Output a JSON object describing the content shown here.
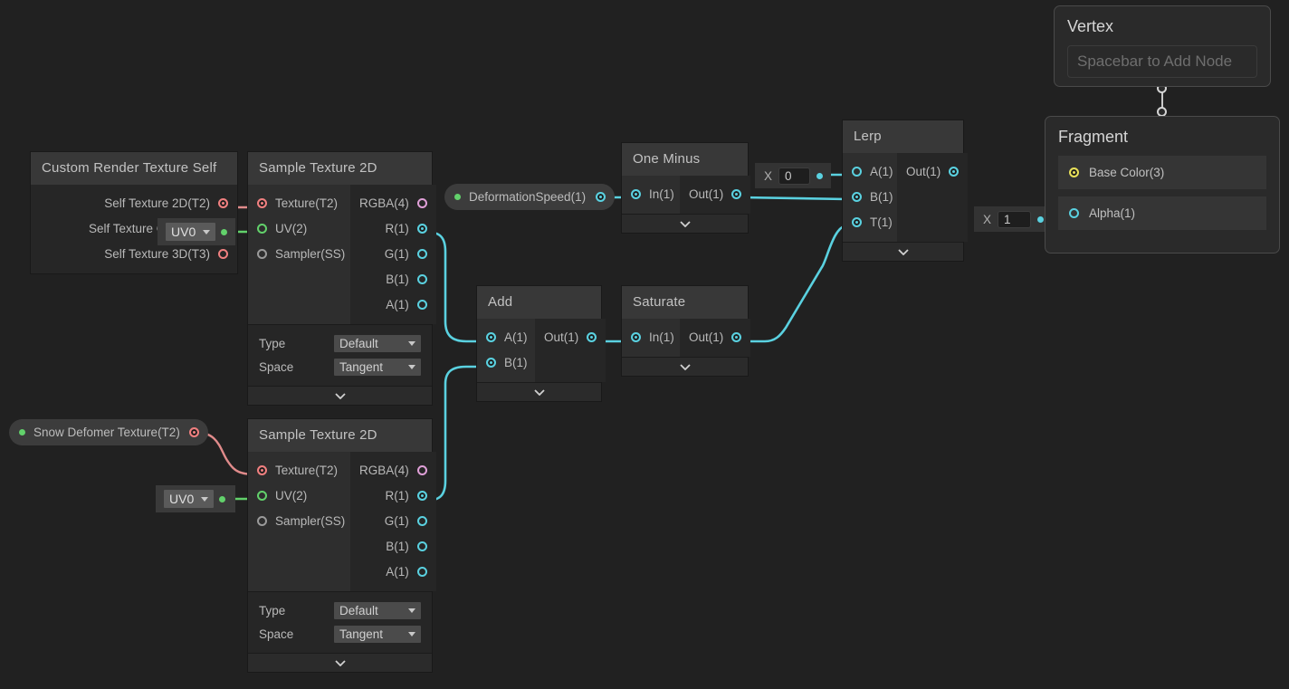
{
  "app": {
    "background_color": "#212121",
    "view": "Shader Graph node editor canvas"
  },
  "nodes": {
    "custom_render_texture_self": {
      "title": "Custom Render Texture Self",
      "outputs": [
        {
          "label": "Self Texture 2D(T2)",
          "type": "texture2d",
          "connected": true
        },
        {
          "label": "Self Texture Cube(TC)",
          "type": "texture",
          "connected": false
        },
        {
          "label": "Self Texture 3D(T3)",
          "type": "texture3d",
          "connected": false
        }
      ]
    },
    "sample_texture_2d_top": {
      "title": "Sample Texture 2D",
      "inputs": [
        {
          "label": "Texture(T2)",
          "connected": true
        },
        {
          "label": "UV(2)",
          "connected": false
        },
        {
          "label": "Sampler(SS)",
          "connected": false
        }
      ],
      "outputs": [
        {
          "label": "RGBA(4)",
          "connected": false
        },
        {
          "label": "R(1)",
          "connected": true
        },
        {
          "label": "G(1)",
          "connected": false
        },
        {
          "label": "B(1)",
          "connected": false
        },
        {
          "label": "A(1)",
          "connected": false
        }
      ],
      "settings": [
        {
          "label": "Type",
          "value": "Default"
        },
        {
          "label": "Space",
          "value": "Tangent"
        }
      ]
    },
    "sample_texture_2d_bottom": {
      "title": "Sample Texture 2D",
      "inputs": [
        {
          "label": "Texture(T2)",
          "connected": true
        },
        {
          "label": "UV(2)",
          "connected": false
        },
        {
          "label": "Sampler(SS)",
          "connected": false
        }
      ],
      "outputs": [
        {
          "label": "RGBA(4)",
          "connected": false
        },
        {
          "label": "R(1)",
          "connected": true
        },
        {
          "label": "G(1)",
          "connected": false
        },
        {
          "label": "B(1)",
          "connected": false
        },
        {
          "label": "A(1)",
          "connected": false
        }
      ],
      "settings": [
        {
          "label": "Type",
          "value": "Default"
        },
        {
          "label": "Space",
          "value": "Tangent"
        }
      ]
    },
    "add": {
      "title": "Add",
      "inputs": [
        {
          "label": "A(1)",
          "connected": true
        },
        {
          "label": "B(1)",
          "connected": true
        }
      ],
      "outputs": [
        {
          "label": "Out(1)",
          "connected": true
        }
      ]
    },
    "saturate": {
      "title": "Saturate",
      "inputs": [
        {
          "label": "In(1)",
          "connected": true
        }
      ],
      "outputs": [
        {
          "label": "Out(1)",
          "connected": true
        }
      ]
    },
    "one_minus": {
      "title": "One Minus",
      "inputs": [
        {
          "label": "In(1)",
          "connected": true
        }
      ],
      "outputs": [
        {
          "label": "Out(1)",
          "connected": true
        }
      ]
    },
    "lerp": {
      "title": "Lerp",
      "inputs": [
        {
          "label": "A(1)",
          "connected": false
        },
        {
          "label": "B(1)",
          "connected": true
        },
        {
          "label": "T(1)",
          "connected": true
        }
      ],
      "outputs": [
        {
          "label": "Out(1)",
          "connected": true
        }
      ]
    }
  },
  "properties": {
    "deformation_speed": {
      "label": "DeformationSpeed(1)",
      "type": "float"
    },
    "snow_deformer_texture": {
      "label": "Snow Defomer Texture(T2)",
      "type": "texture2d"
    }
  },
  "inline_widgets": {
    "uv_top": {
      "value": "UV0"
    },
    "uv_bottom": {
      "value": "UV0"
    },
    "x_lerp_a": {
      "label": "X",
      "value": "0"
    },
    "x_alpha": {
      "label": "X",
      "value": "1"
    }
  },
  "master_stack": {
    "vertex": {
      "title": "Vertex",
      "empty_hint": "Spacebar to Add Node"
    },
    "fragment": {
      "title": "Fragment",
      "blocks": [
        {
          "label": "Base Color(3)",
          "connected": true
        },
        {
          "label": "Alpha(1)",
          "connected": true
        }
      ]
    }
  },
  "colors": {
    "background": "#212121",
    "node_body": "#262626",
    "node_header": "#383838",
    "port_input_column": "#2e2e2e",
    "wire_float": "#5ad1e0",
    "wire_texture": "#f08080",
    "wire_uv": "#62d16b",
    "wire_vector3": "#e8e05a",
    "text": "#b9b9b9"
  }
}
